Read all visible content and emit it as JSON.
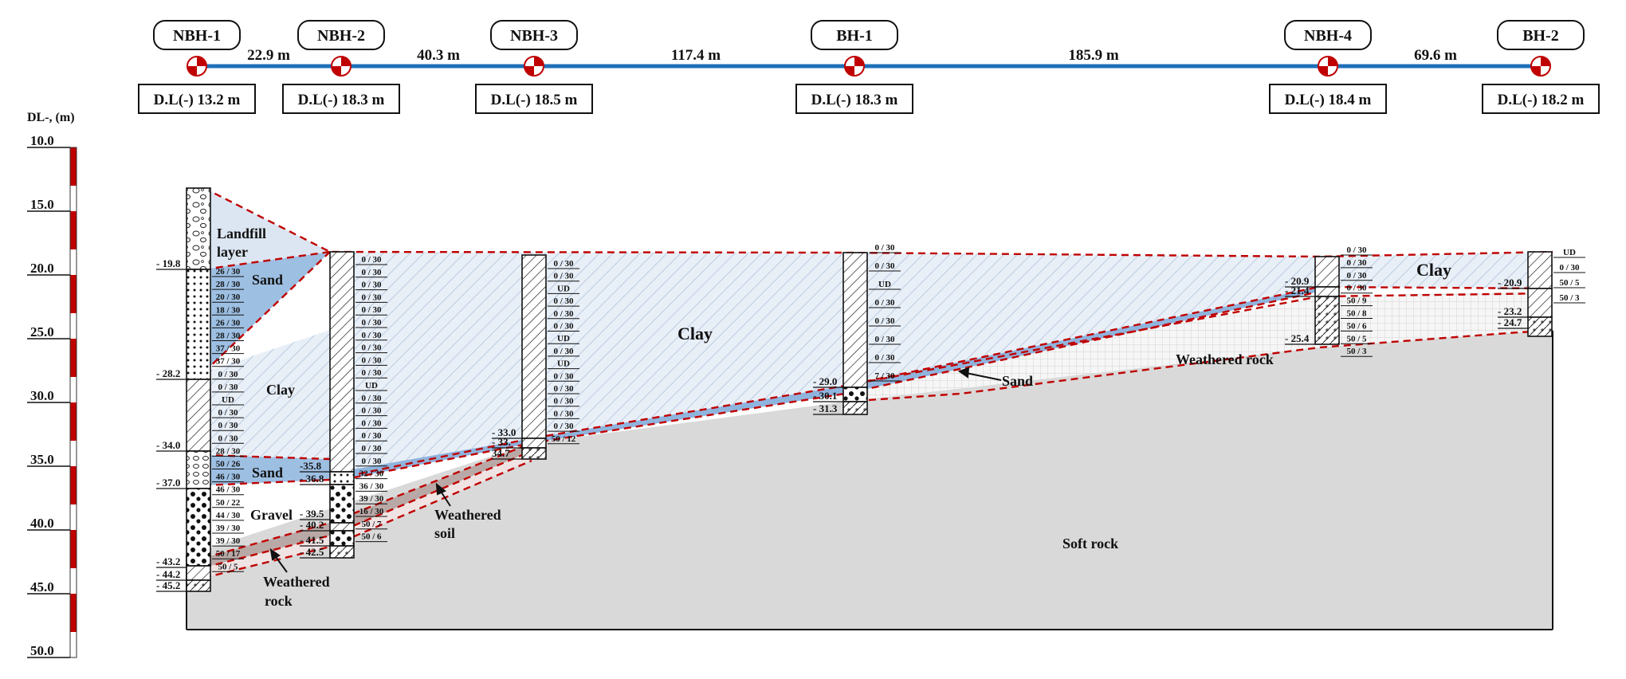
{
  "scale": {
    "title": "DL-, (m)",
    "ticks": [
      "10.0",
      "15.0",
      "20.0",
      "25.0",
      "30.0",
      "35.0",
      "40.0",
      "45.0",
      "50.0"
    ]
  },
  "boreholes": [
    {
      "name": "NBH-1",
      "dl": "D.L(-) 13.2 m"
    },
    {
      "name": "NBH-2",
      "dl": "D.L(-) 18.3 m"
    },
    {
      "name": "NBH-3",
      "dl": "D.L(-) 18.5 m"
    },
    {
      "name": "BH-1",
      "dl": "D.L(-) 18.3 m"
    },
    {
      "name": "NBH-4",
      "dl": "D.L(-) 18.4 m"
    },
    {
      "name": "BH-2",
      "dl": "D.L(-) 18.2 m"
    }
  ],
  "distances": [
    "22.9 m",
    "40.3 m",
    "117.4 m",
    "185.9 m",
    "69.6 m"
  ],
  "layers": {
    "landfill": "Landfill",
    "landfill2": "layer",
    "sand1": "Sand",
    "clay1": "Clay",
    "sand2": "Sand",
    "gravel": "Gravel",
    "wrock1": "Weathered",
    "wrock2": "rock",
    "wsoil1": "Weathered",
    "wsoil2": "soil",
    "clay_main": "Clay",
    "sand3": "Sand",
    "wrock_main": "Weathered rock",
    "clay_right": "Clay",
    "softrock": "Soft rock"
  },
  "depth_labels": {
    "nbh1": [
      "- 19.8",
      "- 28.2",
      "- 34.0",
      "- 37.0",
      "- 43.2",
      "- 44.2",
      "- 45.2"
    ],
    "nbh2": [
      "-35.8",
      "- 36.8",
      "- 39.5",
      "- 40.2",
      "- 41.5",
      "- 42.5"
    ],
    "nbh3": [
      "- 33.0",
      "- 33.",
      "34.7"
    ],
    "bh1": [
      "- 29.0",
      "- 30.1",
      "- 31.3"
    ],
    "nbh4": [
      "- 20.9",
      "- 21.4",
      "- 25.4"
    ],
    "bh2": [
      "- 20.9",
      "- 23.2",
      "- 24.7"
    ]
  },
  "spt": {
    "nbh1": [
      "26 / 30",
      "28 / 30",
      "20 / 30",
      "18 / 30",
      "26 / 30",
      "28 / 30",
      "37 / 30",
      "37 / 30",
      "0 / 30",
      "0 / 30",
      "UD",
      "0 / 30",
      "0 / 30",
      "0 / 30",
      "28 / 30",
      "50 / 26",
      "46 / 30",
      "46 / 30",
      "50 / 22",
      "44 / 30",
      "39 / 30",
      "39 / 30",
      "50 / 17",
      "50 / 5"
    ],
    "nbh2": [
      "0 / 30",
      "0 / 30",
      "0 / 30",
      "0 / 30",
      "0 / 30",
      "0 / 30",
      "0 / 30",
      "0 / 30",
      "0 / 30",
      "0 / 30",
      "UD",
      "0 / 30",
      "0 / 30",
      "0 / 30",
      "0 / 30",
      "0 / 30",
      "0 / 30",
      "32 / 30",
      "36 / 30",
      "39 / 30",
      "16 / 30",
      "50 / 7",
      "50 / 6"
    ],
    "nbh3": [
      "0 / 30",
      "0 / 30",
      "UD",
      "0 / 30",
      "0 / 30",
      "0 / 30",
      "UD",
      "0 / 30",
      "UD",
      "0 / 30",
      "0 / 30",
      "0 / 30",
      "0 / 30",
      "0 / 30",
      "50 / 12"
    ],
    "bh1": [
      "0 / 30",
      "0 / 30",
      "UD",
      "0 / 30",
      "0 / 30",
      "0 / 30",
      "0 / 30",
      "7 / 30"
    ],
    "nbh4": [
      "0 / 30",
      "0 / 30",
      "0 / 30",
      "0 / 30",
      "50 / 9",
      "50 / 8",
      "50 / 6",
      "50 / 5",
      "50 / 3"
    ],
    "bh2": [
      "UD",
      "0 / 30",
      "50 / 5",
      "50 / 3"
    ]
  }
}
